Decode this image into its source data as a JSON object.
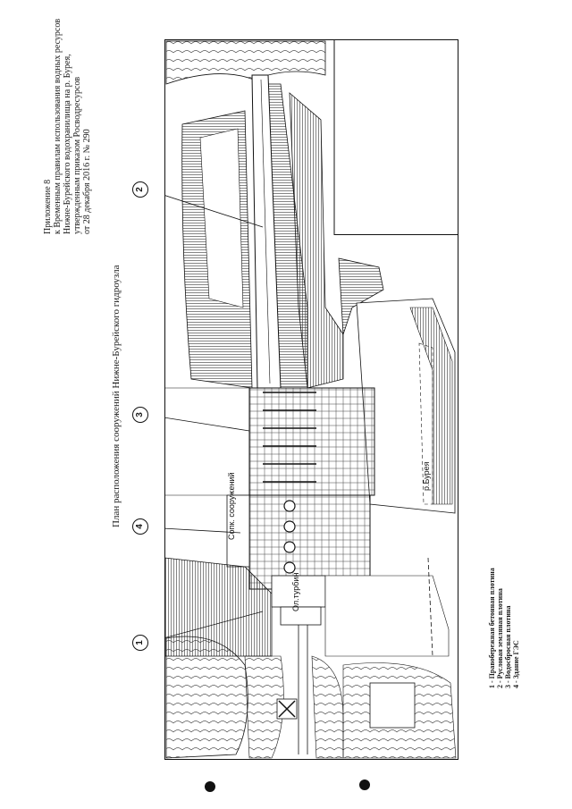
{
  "header": {
    "lines": [
      "Приложение 8",
      "к Временным правилам использования водных ресурсов",
      "Нижне-Бурейского водохранилища на р. Бурея,",
      "утвержденным приказом Росводресурсов",
      "от 28 декабря 2016 г. № 290"
    ]
  },
  "title": "План расположения сооружений Нижне-Бурейского гидроузла",
  "plan": {
    "callouts": [
      "1",
      "2",
      "3",
      "4"
    ],
    "labels": {
      "left_shore": "Сопк. сооружений",
      "right_shore": "р.Бурея",
      "station": "Ол.турбин"
    }
  },
  "legend": [
    "1 - Правобережная бетонная плотина",
    "2 - Русловая земляная плотина",
    "3 - Водосбросная плотина",
    "4 - Здание ГЭС"
  ],
  "colors": {
    "ink": "#1a1a1a",
    "paper": "#ffffff"
  }
}
